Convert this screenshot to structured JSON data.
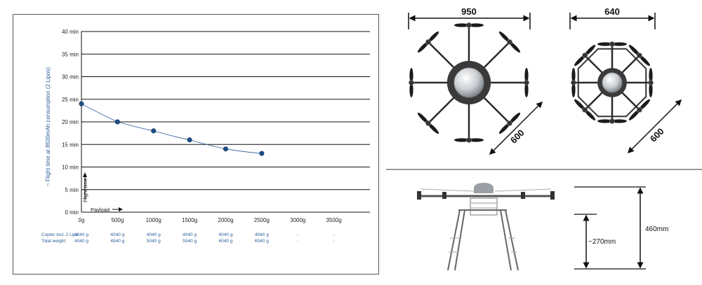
{
  "chart_data": {
    "type": "line",
    "ylabel": "~ Flight time at 8500mAh consumption (2 Lipos)",
    "y_ticks": [
      "0 min",
      "5 min",
      "10 min",
      "15 min",
      "20 min",
      "25 min",
      "30 min",
      "35 min",
      "40 min"
    ],
    "ylim": [
      0,
      40
    ],
    "categories": [
      "0g",
      "500g",
      "1000g",
      "1500g",
      "2000g",
      "2500g",
      "3000g",
      "3500g"
    ],
    "series": [
      {
        "values": [
          24,
          20,
          18,
          16,
          14,
          13
        ],
        "color": "#2a5d9a"
      }
    ],
    "annotations": {
      "y_arrow": "Flight time",
      "x_arrow": "Payload"
    },
    "grid": true,
    "table": [
      {
        "label": "Copter incl. 2 Lipo",
        "values": [
          "4040 g",
          "4040 g",
          "4040 g",
          "4040 g",
          "4040 g",
          "4040 g",
          "-",
          "-"
        ]
      },
      {
        "label": "Total weight",
        "values": [
          "4040 g",
          "4540 g",
          "5040 g",
          "5540 g",
          "6040 g",
          "6540 g",
          "-",
          "-"
        ]
      }
    ]
  },
  "dimensions": {
    "octo_width": "950",
    "octo_diag": "600",
    "x8_width": "640",
    "x8_diag": "600",
    "gear_height": "~270mm",
    "total_height": "460mm"
  },
  "colors": {
    "line": "#2a5d9a",
    "marker": "#1f4f8a",
    "label": "#2a5d9a"
  }
}
